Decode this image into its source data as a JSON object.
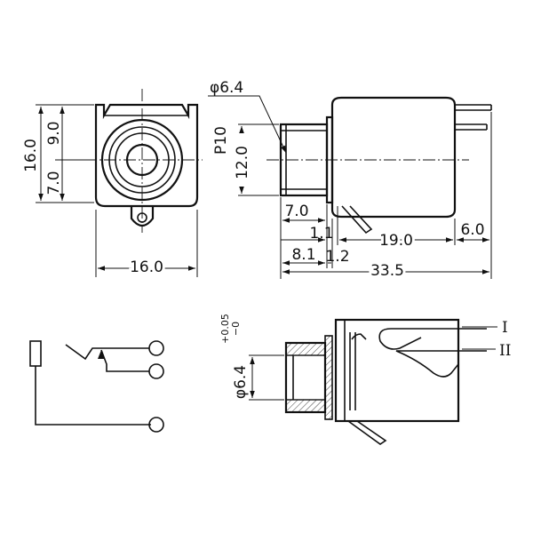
{
  "front_view": {
    "dims": {
      "height_total": "16.0",
      "upper": "9.0",
      "lower": "7.0",
      "width": "16.0"
    }
  },
  "side_view": {
    "dims": {
      "thread": "φ6.4",
      "pitch": "P10",
      "body_height": "12.0",
      "thread_length": "7.0",
      "gap": "1.1",
      "body_length": "19.0",
      "pin_length": "6.0",
      "offset": "8.1",
      "flange": "1.2",
      "overall_length": "33.5"
    }
  },
  "section_view": {
    "bore": "φ6.4",
    "tolerance_upper": "+0.05",
    "tolerance_lower": "−0",
    "terminal_1": "I",
    "terminal_2": "II"
  }
}
